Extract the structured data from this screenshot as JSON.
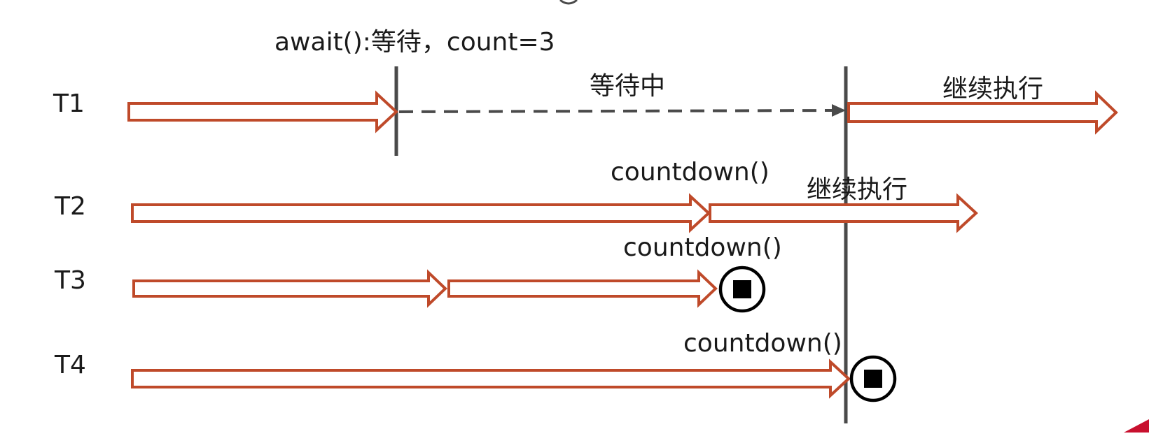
{
  "threads": {
    "t1": "T1",
    "t2": "T2",
    "t3": "T3",
    "t4": "T4"
  },
  "labels": {
    "await": "await():等待，count=3",
    "waiting": "等待中",
    "continue_t1": "继续执行",
    "countdown_t2": "countdown()",
    "continue_t2": "继续执行",
    "countdown_t3": "countdown()",
    "countdown_t4": "countdown()"
  },
  "colors": {
    "arrow_stroke": "#bf4a2a",
    "timeline": "#4a4a4a",
    "stop_icon": "#000000"
  },
  "icons": {
    "t3_end": "stop-circle-icon",
    "t4_end": "stop-circle-icon"
  }
}
